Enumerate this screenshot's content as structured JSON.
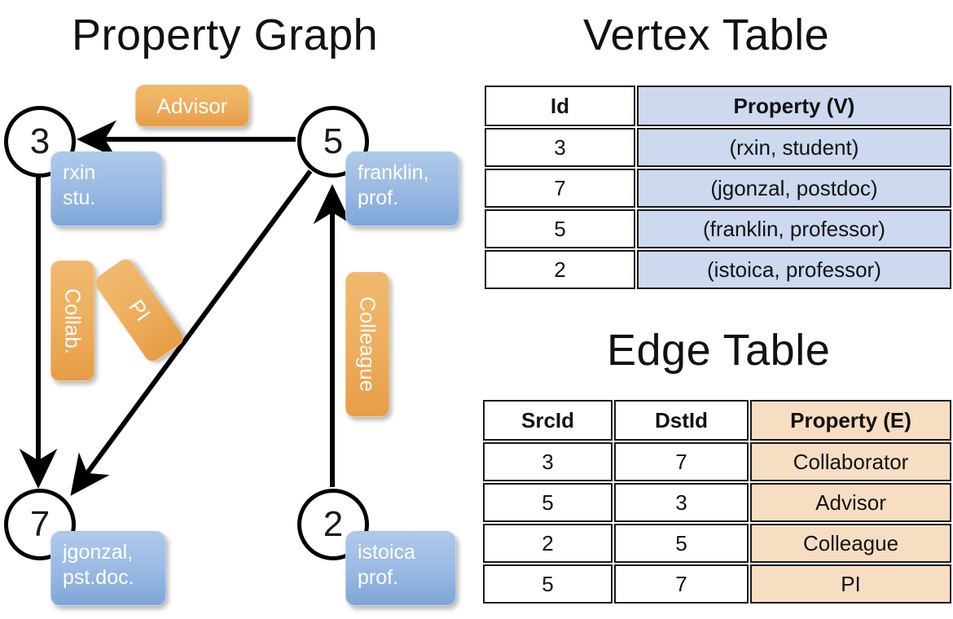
{
  "titles": {
    "property_graph": "Property Graph",
    "vertex_table": "Vertex Table",
    "edge_table": "Edge Table"
  },
  "graph": {
    "vertices": [
      {
        "id": "3",
        "property_label": "rxin\nstu."
      },
      {
        "id": "5",
        "property_label": "franklin,\nprof."
      },
      {
        "id": "7",
        "property_label": "jgonzal,\npst.doc."
      },
      {
        "id": "2",
        "property_label": "istoica\nprof."
      }
    ],
    "vertex_labels": {
      "v3_line1": "rxin",
      "v3_line2": "stu.",
      "v5_line1": "franklin,",
      "v5_line2": "prof.",
      "v7_line1": "jgonzal,",
      "v7_line2": "pst.doc.",
      "v2_line1": "istoica",
      "v2_line2": "prof."
    },
    "edge_labels": {
      "advisor": "Advisor",
      "collab": "Collab.",
      "pi": "PI",
      "colleague": "Colleague"
    },
    "edges": [
      {
        "from": "5",
        "to": "3",
        "label": "Advisor"
      },
      {
        "from": "3",
        "to": "7",
        "label": "Collab."
      },
      {
        "from": "5",
        "to": "7",
        "label": "PI"
      },
      {
        "from": "2",
        "to": "5",
        "label": "Colleague"
      }
    ]
  },
  "vertex_table": {
    "headers": {
      "id": "Id",
      "property": "Property (V)"
    },
    "rows": [
      {
        "id": "3",
        "property": "(rxin, student)"
      },
      {
        "id": "7",
        "property": "(jgonzal, postdoc)"
      },
      {
        "id": "5",
        "property": "(franklin, professor)"
      },
      {
        "id": "2",
        "property": "(istoica, professor)"
      }
    ]
  },
  "edge_table": {
    "headers": {
      "src": "SrcId",
      "dst": "DstId",
      "property": "Property (E)"
    },
    "rows": [
      {
        "src": "3",
        "dst": "7",
        "property": "Collaborator"
      },
      {
        "src": "5",
        "dst": "3",
        "property": "Advisor"
      },
      {
        "src": "2",
        "dst": "5",
        "property": "Colleague"
      },
      {
        "src": "5",
        "dst": "7",
        "property": "PI"
      }
    ]
  },
  "colors": {
    "vertex_property_blue": "#9dbce4",
    "edge_label_orange": "#eeb060",
    "vertex_table_header_fill": "#ccd9ef",
    "edge_table_header_fill": "#f7dec2",
    "stroke": "#000000"
  }
}
